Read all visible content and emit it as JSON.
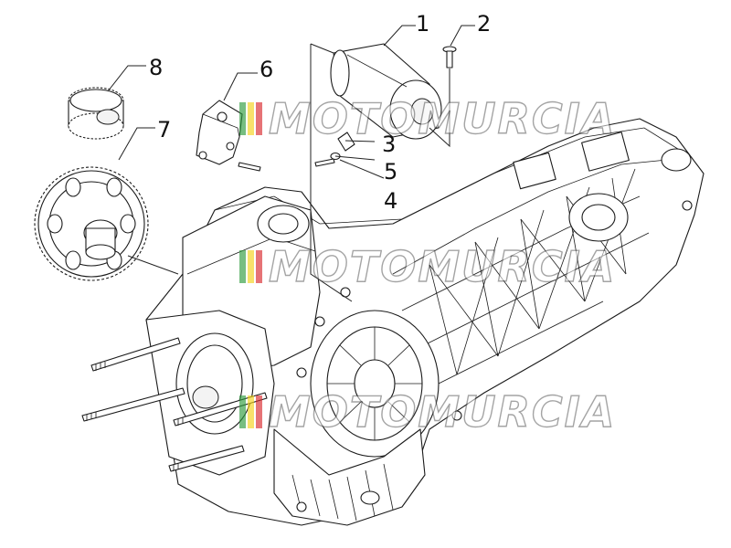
{
  "diagram": {
    "callouts": [
      {
        "id": "1",
        "label": "1"
      },
      {
        "id": "2",
        "label": "2"
      },
      {
        "id": "3",
        "label": "3"
      },
      {
        "id": "4",
        "label": "4"
      },
      {
        "id": "5",
        "label": "5"
      },
      {
        "id": "6",
        "label": "6"
      },
      {
        "id": "7",
        "label": "7"
      },
      {
        "id": "8",
        "label": "8"
      }
    ],
    "parts": [
      "starter-motor",
      "starter-bolt",
      "washer",
      "screw",
      "nut",
      "bracket",
      "starter-gear",
      "idler-gear",
      "crankcase",
      "stud-bolts"
    ]
  },
  "watermark": {
    "text": "MOTOMURCIA",
    "colors": {
      "green": "#2e9b3e",
      "white": "#ffffff",
      "red": "#d8282c",
      "orange": "#f0a020",
      "yellow": "#f5d21c"
    }
  },
  "colors": {
    "line": "#1a1a1a",
    "background": "#ffffff"
  }
}
